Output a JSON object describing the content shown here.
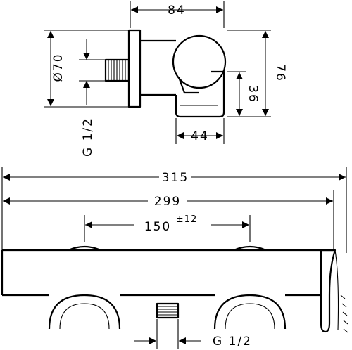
{
  "top_view": {
    "dim_width": "84",
    "dim_diameter": "Ø70",
    "dim_height": "76",
    "dim_outlet_height": "36",
    "dim_outlet_depth": "44",
    "dim_thread": "G 1/2"
  },
  "front_view": {
    "dim_total": "315",
    "dim_body": "299",
    "dim_centers": "150",
    "dim_tolerance": "±12",
    "dim_thread": "G 1/2"
  }
}
